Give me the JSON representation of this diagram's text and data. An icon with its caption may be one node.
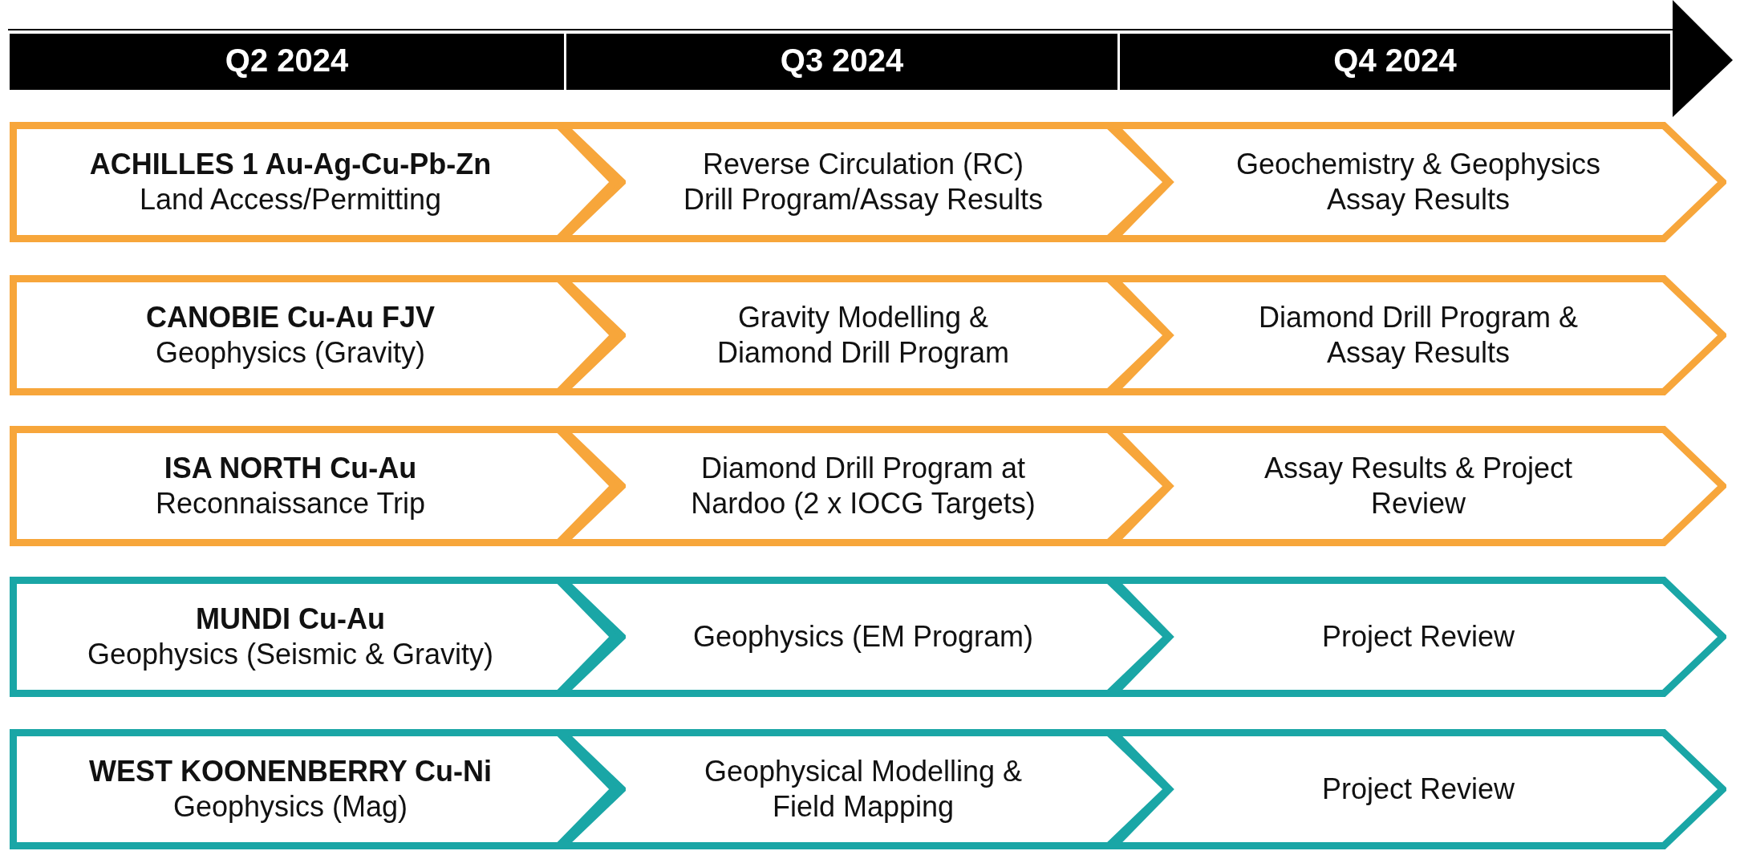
{
  "diagram": {
    "nodes": [
      {
        "text": [
          "ACHILLES 1 Au-Ag-Cu-Pb-Zn",
          "Land Access/Permitting"
        ]
      },
      {
        "text": [
          "Reverse Circulation (RC) Drill Program/Assay Results"
        ]
      },
      {
        "text": [
          "Geochemistry & Geophysics Assay Results"
        ]
      },
      {
        "text": [
          "CANOBIE Cu-Au FJV",
          "Geophysics (Gravity)"
        ]
      },
      {
        "text": [
          "Gravity Modelling & Diamond Drill Program"
        ]
      },
      {
        "text": [
          "Diamond Drill Program & Assay Results"
        ]
      },
      {
        "text": [
          "ISA NORTH Cu-Au",
          "Reconnaissance Trip"
        ]
      },
      {
        "text": [
          "Diamond Drill Program at Nardoo (2 x IOCG Targets)"
        ]
      },
      {
        "text": [
          "Assay Results & Project Review"
        ]
      },
      {
        "text": [
          "MUNDI Cu-Au",
          "Geophysics (Seismic & Gravity)"
        ]
      },
      {
        "text": [
          "Geophysics (EM Program)"
        ]
      },
      {
        "text": [
          "Project Review"
        ]
      },
      {
        "text": [
          "WEST KOONENBERRY Cu-Ni",
          "Geophysics (Mag)"
        ]
      },
      {
        "text": [
          "Geophysical Modelling & Field Mapping"
        ]
      },
      {
        "text": [
          "Project Review"
        ]
      }
    ],
    "labels": [
      "Q2 2024",
      "Q3 2024",
      "Q4 2024"
    ]
  }
}
